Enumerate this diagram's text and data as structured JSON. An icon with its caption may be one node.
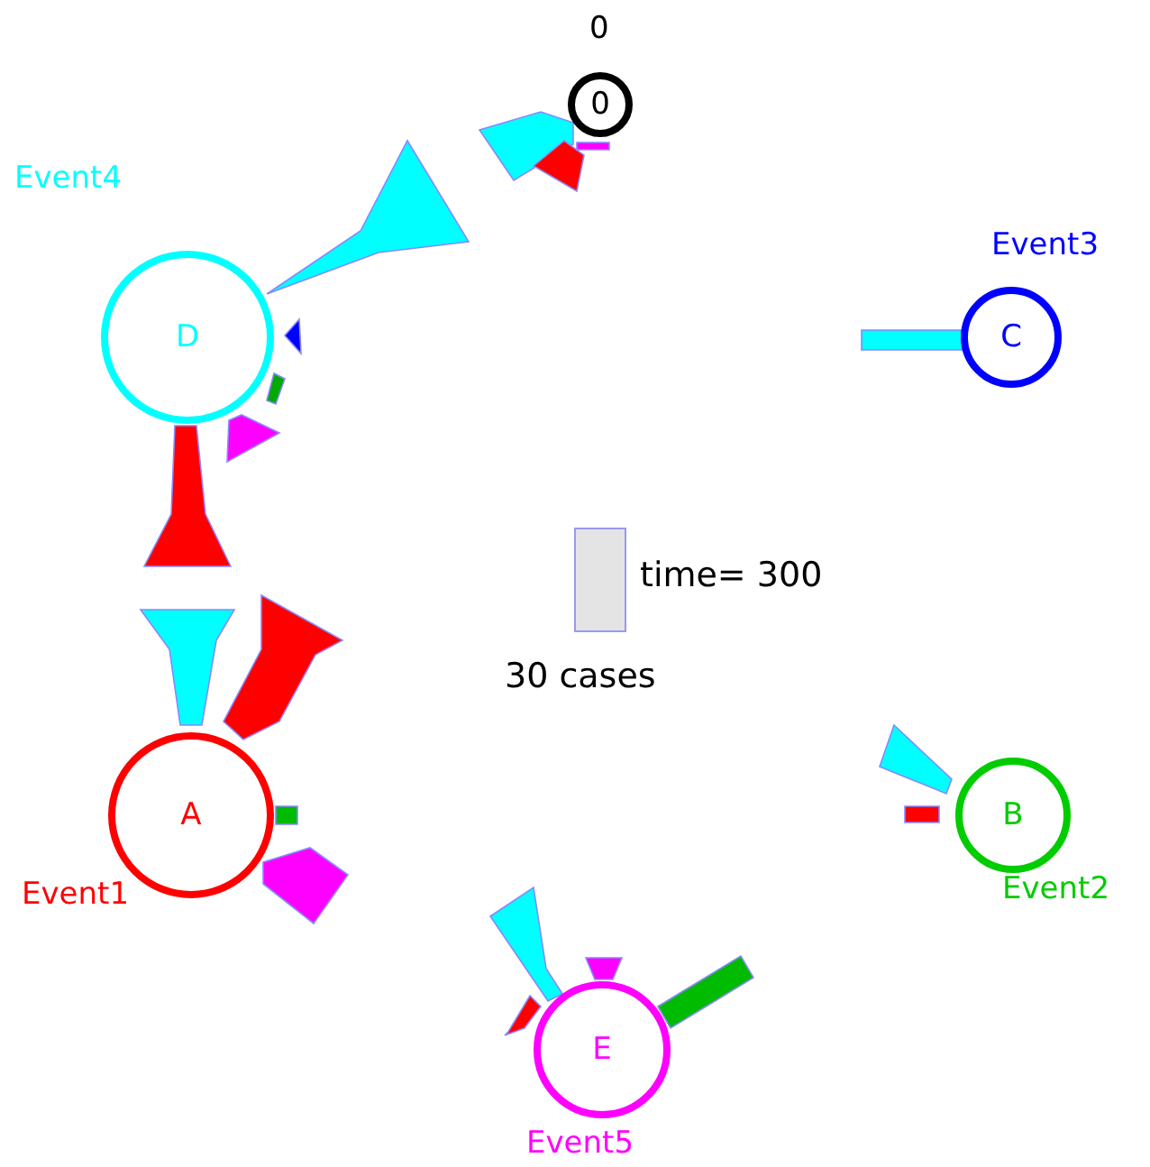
{
  "diagram": {
    "nodes": [
      {
        "text": [
          "0"
        ],
        "beside": [
          "0"
        ]
      },
      {
        "text": [
          "D"
        ],
        "beside": [
          "Event4"
        ]
      },
      {
        "text": [
          "C"
        ],
        "beside": [
          "Event3"
        ]
      },
      {
        "text": [
          "A"
        ],
        "beside": [
          "Event1"
        ]
      },
      {
        "text": [
          "B"
        ],
        "beside": [
          "Event2"
        ]
      },
      {
        "text": [
          "E"
        ],
        "beside": [
          "Event5"
        ]
      }
    ],
    "labels": [
      "time= 300",
      "30 cases"
    ]
  }
}
